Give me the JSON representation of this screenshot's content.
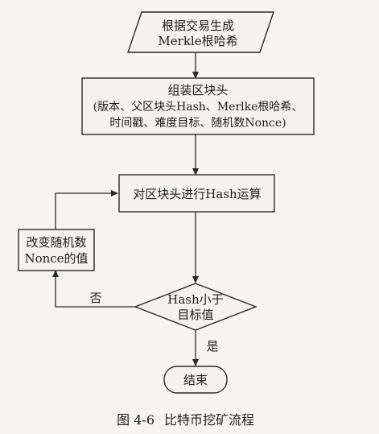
{
  "nodes": {
    "generate_merkle": {
      "lines": [
        "根据交易生成",
        "Merkle根哈希"
      ]
    },
    "assemble_header": {
      "lines": [
        "组装区块头",
        "(版本、父区块头Hash、Merlke根哈希、",
        "时间戳、难度目标、随机数Nonce)"
      ]
    },
    "hash_op": {
      "lines": [
        "对区块头进行Hash运算"
      ]
    },
    "decision": {
      "lines": [
        "Hash小于",
        "目标值"
      ]
    },
    "change_nonce": {
      "lines": [
        "改变随机数",
        "Nonce的值"
      ]
    },
    "end": {
      "lines": [
        "结束"
      ]
    }
  },
  "edge_labels": {
    "no": "否",
    "yes": "是"
  },
  "caption": {
    "figure_number": "图 4-6",
    "title": "比特币挖矿流程"
  }
}
